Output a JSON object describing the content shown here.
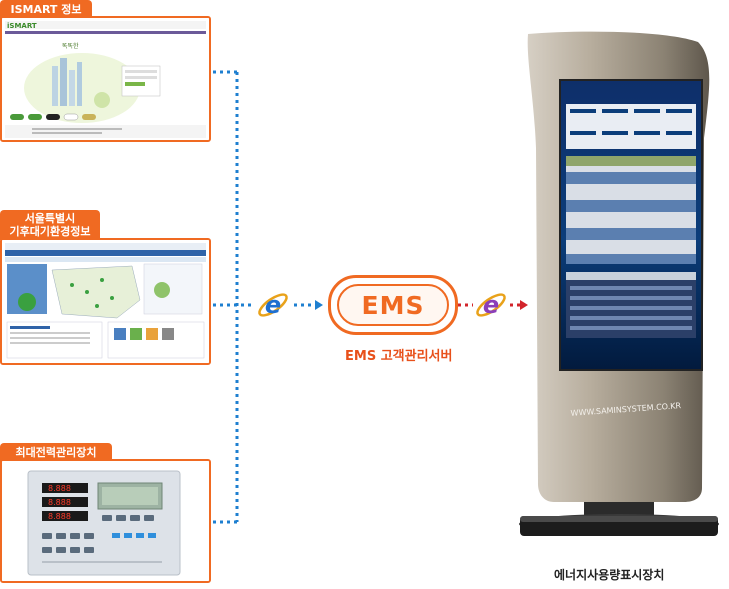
{
  "panels": {
    "ismart": {
      "tab": "ISMART 정보"
    },
    "seoul": {
      "tab_line1": "서울특별시",
      "tab_line2": "기후대기환경정보"
    },
    "peak": {
      "tab": "최대전력관리장치"
    }
  },
  "ems": {
    "logo_text": "EMS",
    "caption": "EMS 고객관리서버"
  },
  "kiosk": {
    "url_text": "WWW.SAMINSYSTEM.CO.KR",
    "caption": "에너지사용량표시장치"
  },
  "colors": {
    "accent": "#f06a22",
    "link_blue": "#1e7fd0",
    "link_red": "#d2242b"
  },
  "icons": [
    "internet-explorer-icon",
    "internet-explorer-icon"
  ]
}
